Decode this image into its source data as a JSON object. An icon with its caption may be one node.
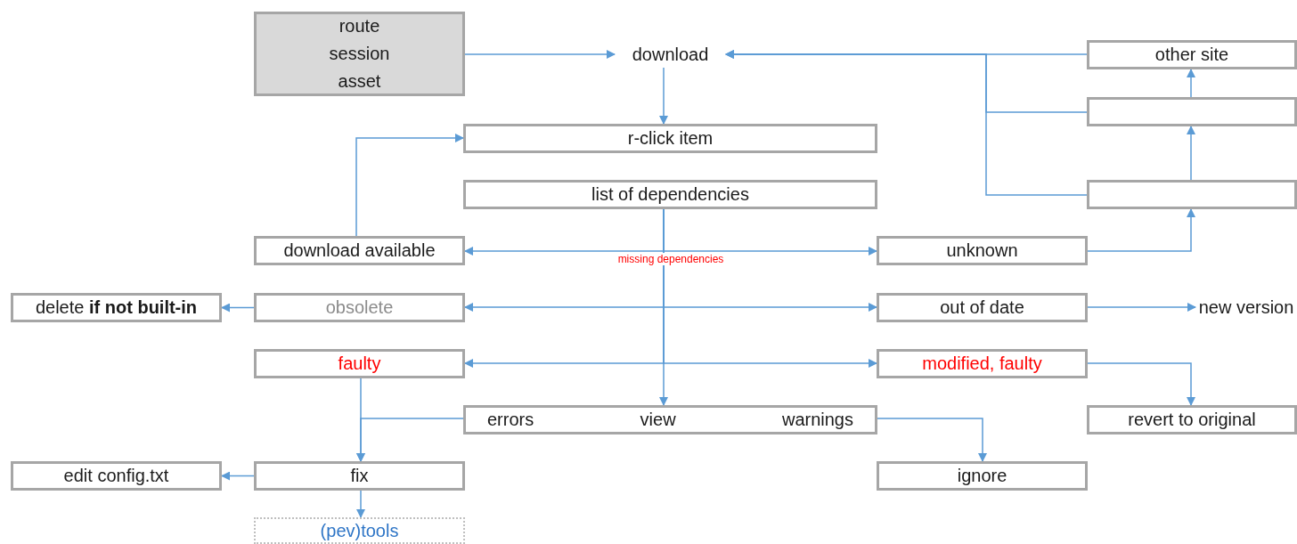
{
  "diagram": {
    "nodes": [
      {
        "text": [
          "route",
          "session",
          "asset"
        ]
      },
      {
        "text": [
          "download"
        ]
      },
      {
        "text": [
          "other site"
        ]
      },
      {
        "text": [],
        "shape": "box"
      },
      {
        "text": [],
        "shape": "box"
      },
      {
        "text": [
          "r-click item"
        ]
      },
      {
        "text": [
          "list of dependencies"
        ]
      },
      {
        "text": [
          "download available"
        ]
      },
      {
        "text": [
          "unknown"
        ]
      },
      {
        "text": [
          "obsolete"
        ]
      },
      {
        "text": [
          "delete **if not built-in**"
        ]
      },
      {
        "text": [
          "out of date"
        ]
      },
      {
        "text": [
          "new version"
        ]
      },
      {
        "text": [
          "faulty"
        ]
      },
      {
        "text": [
          "modified, faulty"
        ]
      },
      {
        "text": [
          "errors",
          "view",
          "warnings"
        ]
      },
      {
        "text": [
          "revert to original"
        ]
      },
      {
        "text": [
          "edit config.txt"
        ]
      },
      {
        "text": [
          "fix"
        ]
      },
      {
        "text": [
          "ignore"
        ]
      },
      {
        "text": [
          "(pev)tools"
        ]
      }
    ],
    "edges": [
      {
        "from": 0,
        "to": 1,
        "arrow": "to"
      },
      {
        "from": 2,
        "to": 1,
        "arrow": "to"
      },
      {
        "from": 3,
        "to": 1,
        "arrow": "to"
      },
      {
        "from": 4,
        "to": 1,
        "arrow": "to"
      },
      {
        "from": 1,
        "to": 5,
        "arrow": "to"
      },
      {
        "from": 7,
        "to": 5,
        "arrow": "to"
      },
      {
        "from": 6,
        "to": 7,
        "arrow": "to"
      },
      {
        "from": 6,
        "to": 8,
        "arrow": "to"
      },
      {
        "from": 6,
        "to": 9,
        "arrow": "to"
      },
      {
        "from": 6,
        "to": 11,
        "arrow": "to"
      },
      {
        "from": 6,
        "to": 13,
        "arrow": "to"
      },
      {
        "from": 6,
        "to": 14,
        "arrow": "to"
      },
      {
        "from": 6,
        "to": 15,
        "arrow": "to"
      },
      {
        "from": 8,
        "to": 4,
        "arrow": "to"
      },
      {
        "from": 4,
        "to": 3,
        "arrow": "to"
      },
      {
        "from": 3,
        "to": 2,
        "arrow": "to"
      },
      {
        "from": 9,
        "to": 10,
        "arrow": "to"
      },
      {
        "from": 11,
        "to": 12,
        "arrow": "to"
      },
      {
        "from": 14,
        "to": 16,
        "arrow": "to"
      },
      {
        "from": 13,
        "to": 18,
        "arrow": "to"
      },
      {
        "from": 15,
        "to": 18,
        "arrow": "to"
      },
      {
        "from": 15,
        "to": 19,
        "arrow": "to"
      },
      {
        "from": 18,
        "to": 17,
        "arrow": "to"
      },
      {
        "from": 18,
        "to": 20,
        "arrow": "to"
      }
    ],
    "labels": [
      "missing dependencies"
    ]
  }
}
